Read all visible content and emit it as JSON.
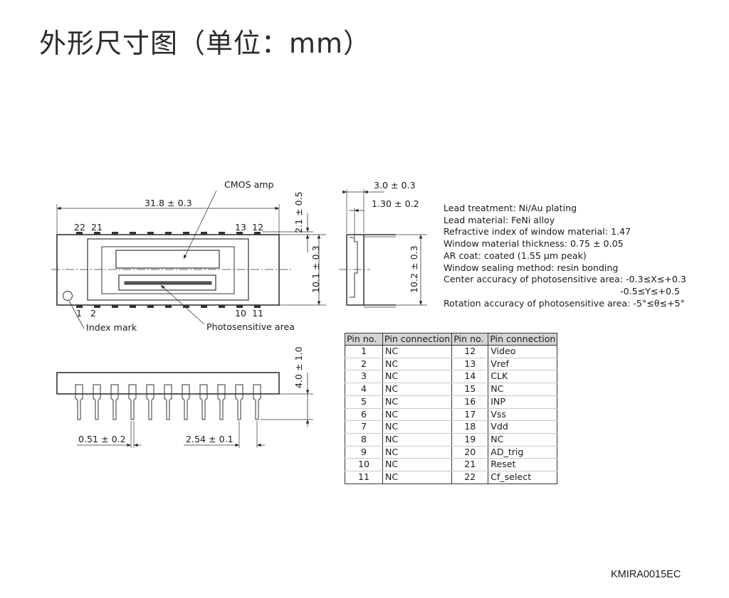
{
  "title": "外形尺寸图（单位：mm）",
  "drawing": {
    "labels": {
      "cmos_amp": "CMOS amp",
      "width_total": "31.8 ± 0.3",
      "top_height": "2.1 ± 0.5",
      "body_height": "10.1 ± 0.3",
      "pins_top_left": "22  21",
      "pins_top_right": "13  12",
      "pins_bottom_left": "1   2",
      "pins_bottom_right": "10  11",
      "index_mark": "Index mark",
      "photosensitive_area": "Photosensitive area",
      "side_width": "3.0 ± 0.3",
      "side_offset": "1.30 ± 0.2",
      "side_height": "10.2 ± 0.3",
      "lead_length": "4.0 ± 1.0",
      "lead_width": "0.51 ± 0.2",
      "pitch": "2.54 ± 0.1"
    }
  },
  "specs": [
    "Lead treatment: Ni/Au plating",
    "Lead material: FeNi alloy",
    "Refractive index of window material: 1.47",
    "Window material thickness: 0.75 ± 0.05",
    "AR coat: coated (1.55 µm peak)",
    "Window sealing method: resin bonding",
    "Center accuracy of photosensitive area: -0.3≤X≤+0.3"
  ],
  "specs_cont": "-0.5≤Y≤+0.5",
  "specs_last": "Rotation accuracy of photosensitive area:  -5°≤θ≤+5°",
  "pin_table": {
    "headers": [
      "Pin no.",
      "Pin connection",
      "Pin no.",
      "Pin connection"
    ],
    "rows": [
      [
        "1",
        "NC",
        "12",
        "Video"
      ],
      [
        "2",
        "NC",
        "13",
        "Vref"
      ],
      [
        "3",
        "NC",
        "14",
        "CLK"
      ],
      [
        "4",
        "NC",
        "15",
        "NC"
      ],
      [
        "5",
        "NC",
        "16",
        "INP"
      ],
      [
        "6",
        "NC",
        "17",
        "Vss"
      ],
      [
        "7",
        "NC",
        "18",
        "Vdd"
      ],
      [
        "8",
        "NC",
        "19",
        "NC"
      ],
      [
        "9",
        "NC",
        "20",
        "AD_trig"
      ],
      [
        "10",
        "NC",
        "21",
        "Reset"
      ],
      [
        "11",
        "NC",
        "22",
        "Cf_select"
      ]
    ]
  },
  "drawing_code": "KMIRA0015EC"
}
